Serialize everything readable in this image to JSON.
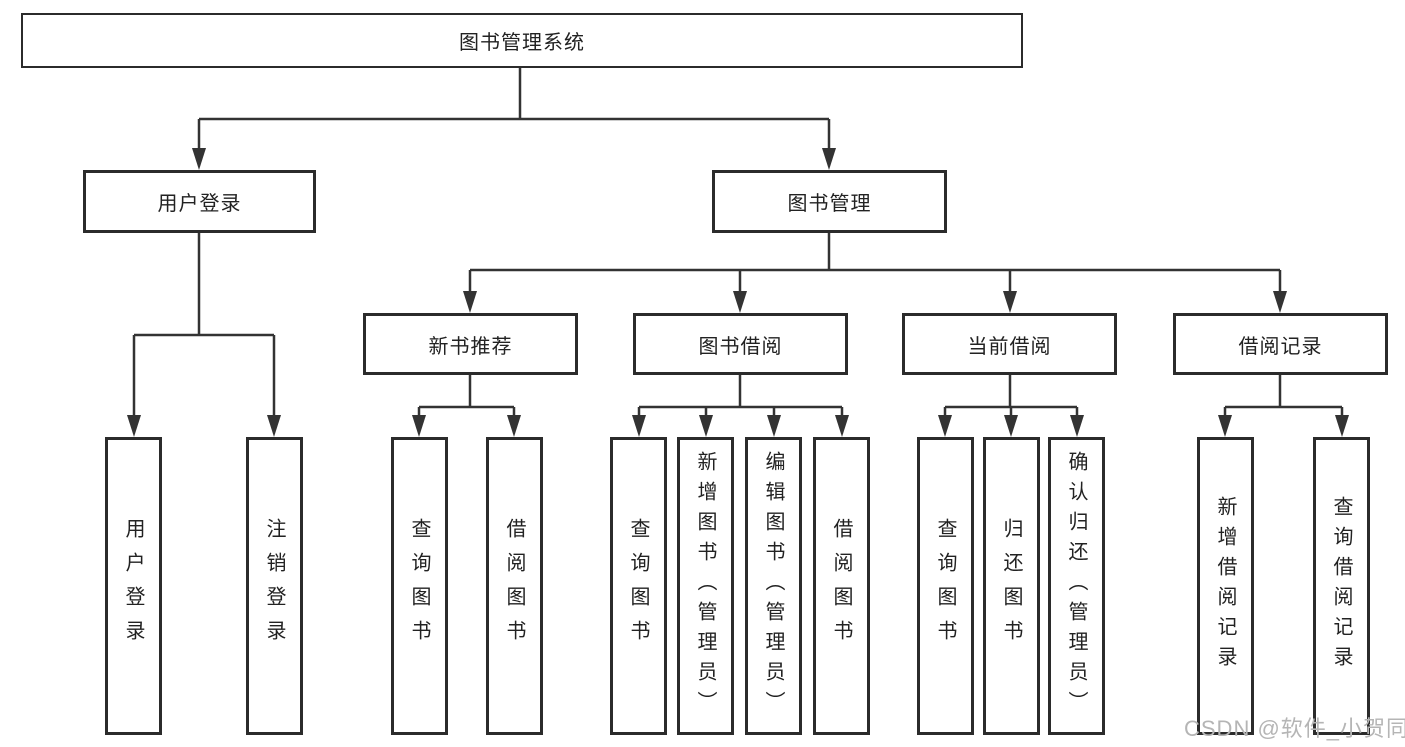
{
  "title": "图书管理系统",
  "watermark": "CSDN @软件_小贺同学",
  "colors": {
    "line": "#333333",
    "box_border": "#2b2b2b",
    "text": "#222222",
    "watermark_gray": "#b5b5b5",
    "background": "#ffffff"
  },
  "tree": {
    "root": {
      "label": "图书管理系统"
    },
    "branches": [
      {
        "label": "用户登录",
        "leaves": [
          "用户登录",
          "注销登录"
        ]
      },
      {
        "label": "图书管理",
        "groups": [
          {
            "label": "新书推荐",
            "leaves": [
              "查询图书",
              "借阅图书"
            ]
          },
          {
            "label": "图书借阅",
            "leaves": [
              "查询图书",
              "新增图书（管理员）",
              "编辑图书（管理员）",
              "借阅图书"
            ]
          },
          {
            "label": "当前借阅",
            "leaves": [
              "查询图书",
              "归还图书",
              "确认归还（管理员）"
            ]
          },
          {
            "label": "借阅记录",
            "leaves": [
              "新增借阅记录",
              "查询借阅记录"
            ]
          }
        ]
      }
    ]
  }
}
